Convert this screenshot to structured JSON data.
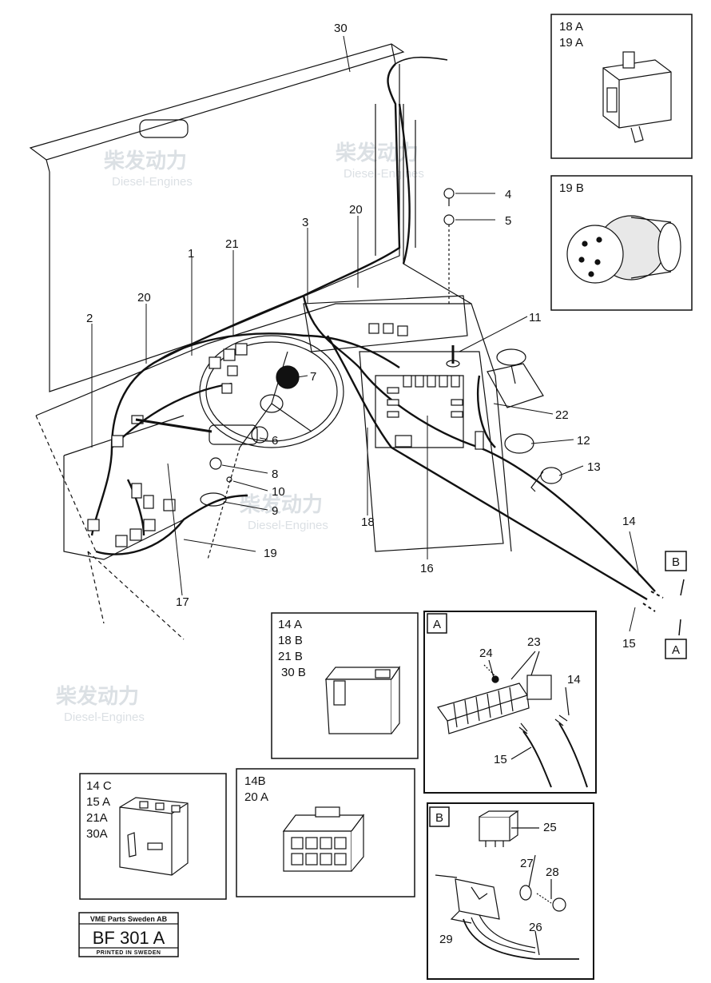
{
  "callouts": {
    "n1": "1",
    "n2": "2",
    "n3": "3",
    "n4": "4",
    "n5": "5",
    "n6": "6",
    "n7": "7",
    "n8": "8",
    "n9": "9",
    "n10": "10",
    "n11": "11",
    "n12": "12",
    "n13": "13",
    "n14": "14",
    "n15": "15",
    "n16": "16",
    "n17": "17",
    "n18": "18",
    "n19": "19",
    "n20a": "20",
    "n20b": "20",
    "n21": "21",
    "n22": "22",
    "n30": "30",
    "n14b": "14",
    "n15b": "15",
    "n23": "23",
    "n24": "24",
    "n25": "25",
    "n26": "26",
    "n27": "27",
    "n28": "28",
    "n29": "29",
    "markB": "B",
    "markA": "A"
  },
  "insets": {
    "i18a": {
      "l1": "18 A",
      "l2": "19 A"
    },
    "i19b": {
      "l1": "19 B"
    },
    "i14a": {
      "l1": "14 A",
      "l2": "18 B",
      "l3": "21 B",
      "l4": "30 B"
    },
    "detailA": {
      "letter": "A"
    },
    "i14c": {
      "l1": "14 C",
      "l2": "15  A",
      "l3": "21A",
      "l4": "30A"
    },
    "i14b": {
      "l1": "14B",
      "l2": "20 A"
    },
    "detailB": {
      "letter": "B"
    }
  },
  "plate": {
    "company": "VME Parts Sweden AB",
    "code": "BF 301 A",
    "printed": "PRINTED IN SWEDEN"
  },
  "watermark": {
    "cn": "柴发动力",
    "en": "Diesel-Engines"
  }
}
